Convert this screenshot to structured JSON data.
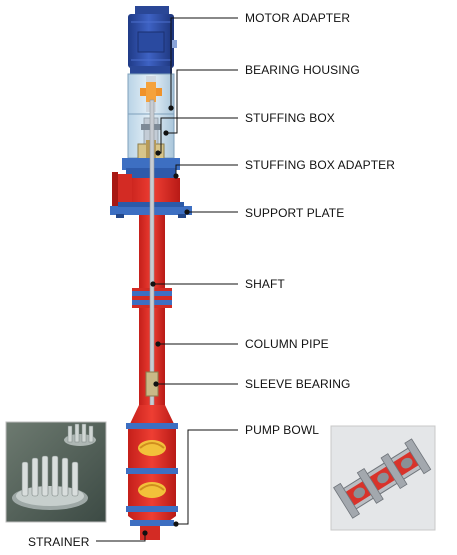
{
  "labels": {
    "motor_adapter": "MOTOR ADAPTER",
    "bearing_housing": "BEARING HOUSING",
    "stuffing_box": "STUFFING BOX",
    "stuffing_box_adapter": "STUFFING BOX ADAPTER",
    "support_plate": "SUPPORT PLATE",
    "shaft": "SHAFT",
    "column_pipe": "COLUMN PIPE",
    "sleeve_bearing": "SLEEVE BEARING",
    "pump_bowl": "PUMP BOWL",
    "strainer": "STRAINER"
  },
  "colors": {
    "pump_red": "#e0332b",
    "motor_blue": "#2f4fa8",
    "flange_blue": "#3d6fc2",
    "leader_line": "#111111"
  }
}
